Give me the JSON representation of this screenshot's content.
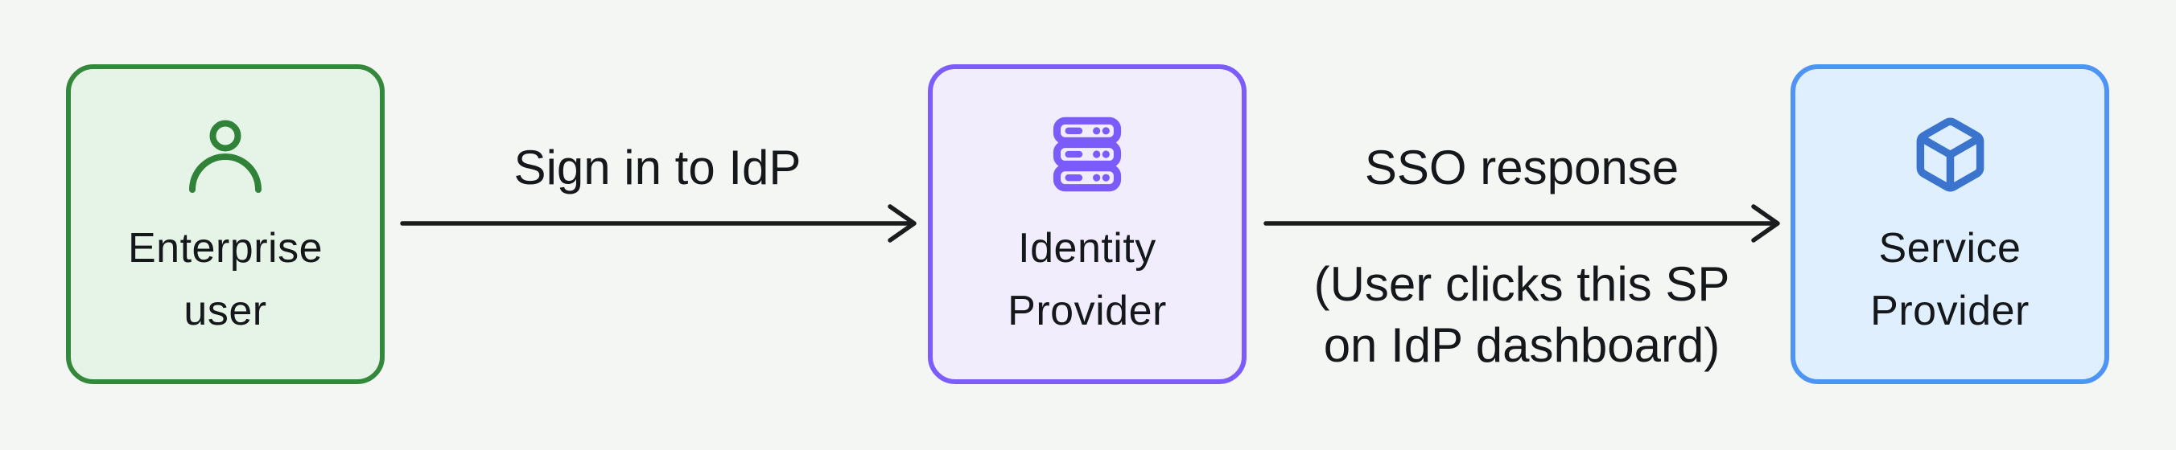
{
  "diagram": {
    "title": "",
    "nodes": [
      {
        "id": "enterprise-user",
        "label": "Enterprise\nuser",
        "icon": "user-icon"
      },
      {
        "id": "identity-provider",
        "label": "Identity\nProvider",
        "icon": "server-icon"
      },
      {
        "id": "service-provider",
        "label": "Service\nProvider",
        "icon": "cube-icon"
      }
    ],
    "arrows": [
      {
        "from": "enterprise-user",
        "to": "identity-provider",
        "label": "Sign in to IdP",
        "sublabel": ""
      },
      {
        "from": "identity-provider",
        "to": "service-provider",
        "label": "SSO response",
        "sublabel": "(User clicks this SP\non IdP dashboard)"
      }
    ]
  },
  "colors": {
    "page-bg": "#F4F6F4",
    "text": "#15181B",
    "arrow": "#1A1C1E",
    "node-enterprise-user-border": "#33883C",
    "node-enterprise-user-bg": "#E6F3E7",
    "node-enterprise-user-icon": "#2F8238",
    "node-identity-provider-border": "#7C5CFA",
    "node-identity-provider-bg": "#F2EDFD",
    "node-identity-provider-icon": "#7B5BF9",
    "node-service-provider-border": "#4D94F4",
    "node-service-provider-bg": "#DFEFFD",
    "node-service-provider-icon": "#3B74CD"
  }
}
